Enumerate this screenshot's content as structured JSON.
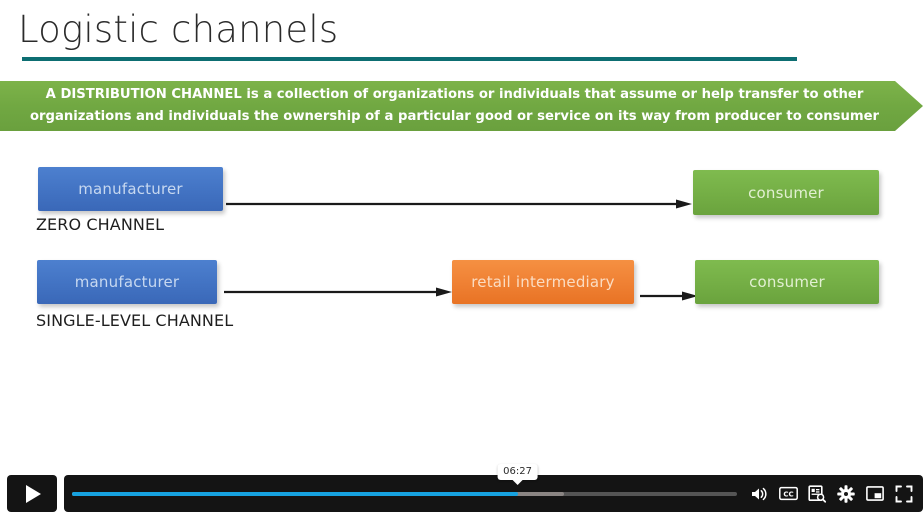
{
  "slide": {
    "title": "Logistic channels",
    "banner_text": "A DISTRIBUTION CHANNEL is a collection of organizations or individuals that assume or help transfer to other organizations and individuals the ownership of a particular good or service on its way from producer to consumer",
    "accent_rule_color": "#0d6e72",
    "banner_color": "#71a842",
    "diagram": {
      "rows": [
        {
          "caption": "ZERO CHANNEL",
          "nodes": [
            {
              "label": "manufacturer",
              "color": "#4374c4"
            },
            {
              "label": "consumer",
              "color": "#74ae45"
            }
          ]
        },
        {
          "caption": "SINGLE-LEVEL CHANNEL",
          "nodes": [
            {
              "label": "manufacturer",
              "color": "#4374c4"
            },
            {
              "label": "retail intermediary",
              "color": "#ef8033"
            },
            {
              "label": "consumer",
              "color": "#74ae45"
            }
          ]
        }
      ]
    }
  },
  "player": {
    "play_label": "Play",
    "hover_time": "06:27",
    "played_percent": 67,
    "buffered_percent": 74,
    "progress_color": "#17a2e0",
    "controls": [
      {
        "name": "volume-icon",
        "label": "Volume"
      },
      {
        "name": "cc-icon",
        "label": "CC"
      },
      {
        "name": "transcript-icon",
        "label": "Transcript search"
      },
      {
        "name": "gear-icon",
        "label": "Settings"
      },
      {
        "name": "pip-icon",
        "label": "Picture in picture"
      },
      {
        "name": "fullscreen-icon",
        "label": "Fullscreen"
      }
    ]
  }
}
